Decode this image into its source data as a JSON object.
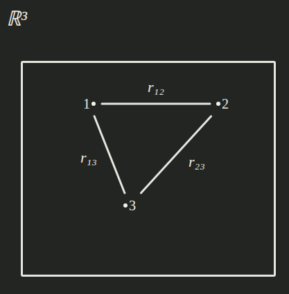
{
  "diagram": {
    "nodes": [
      {
        "text": [
          "ℝ³"
        ]
      },
      {
        "text": [
          "1"
        ],
        "in": 0
      },
      {
        "text": [
          "2"
        ],
        "in": 0
      },
      {
        "text": [
          "3"
        ],
        "in": 0
      }
    ],
    "edges": [
      {
        "from": 1,
        "to": 2,
        "arrow": "none",
        "label": "r₁₂"
      },
      {
        "from": 1,
        "to": 3,
        "arrow": "none",
        "label": "r₁₃"
      },
      {
        "from": 2,
        "to": 3,
        "arrow": "none",
        "label": "r₂₃"
      }
    ]
  }
}
